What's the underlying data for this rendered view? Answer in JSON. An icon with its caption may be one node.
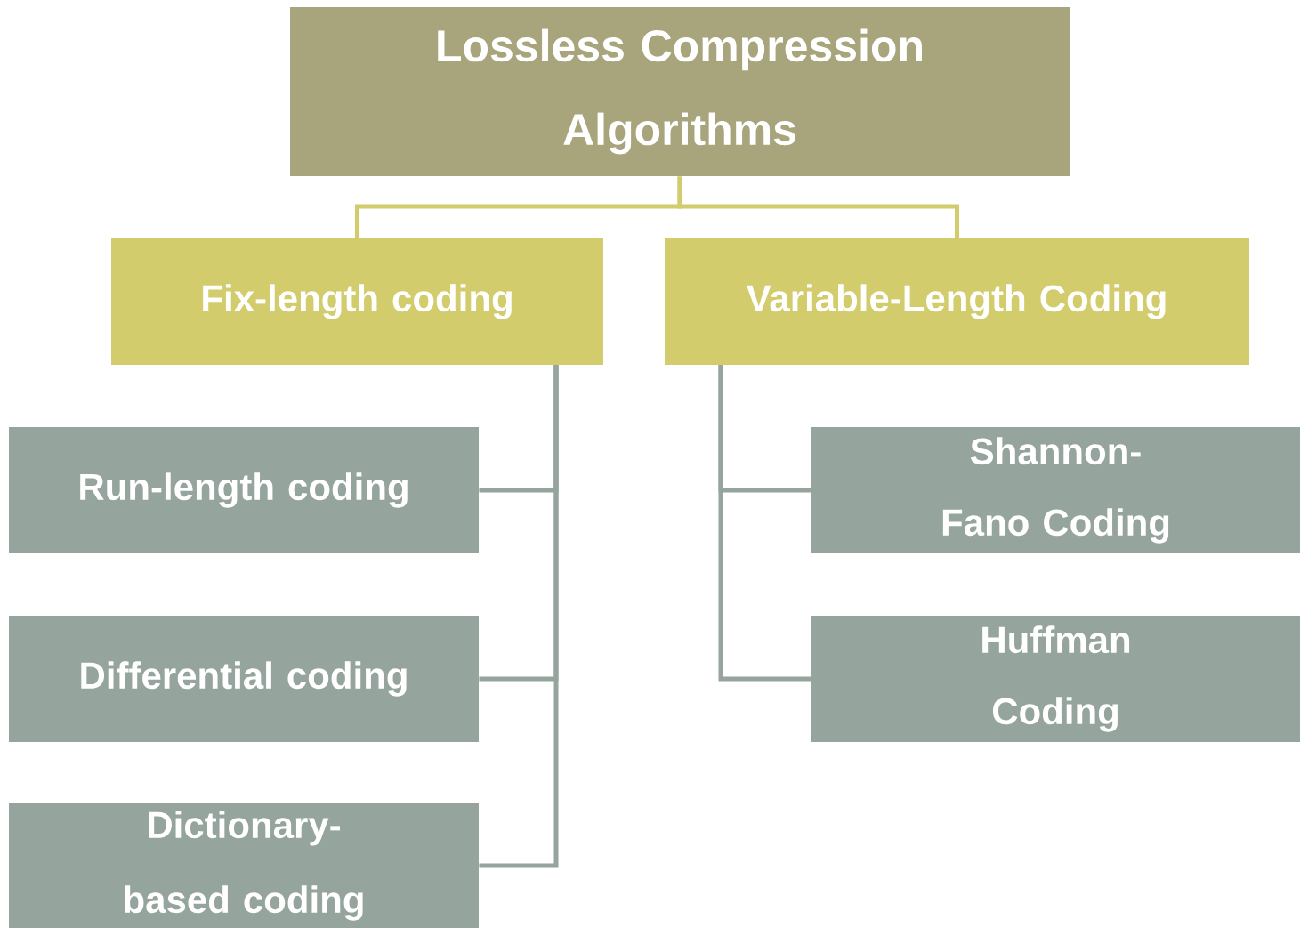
{
  "diagram": {
    "nodes": [
      {
        "text": [
          "Lossless Compression Algorithms"
        ]
      },
      {
        "text": [
          "Fix-length coding"
        ]
      },
      {
        "text": [
          "Variable-Length Coding"
        ]
      },
      {
        "text": [
          "Run-length coding"
        ]
      },
      {
        "text": [
          "Differential coding"
        ]
      },
      {
        "text": [
          "Dictionary-based coding"
        ]
      },
      {
        "text": [
          "Shannon-Fano Coding"
        ]
      },
      {
        "text": [
          "Huffman Coding"
        ]
      }
    ],
    "edges": [
      {
        "from": 0,
        "to": 1,
        "arrow": "none",
        "color": "#d2cc6c"
      },
      {
        "from": 0,
        "to": 2,
        "arrow": "none",
        "color": "#d2cc6c"
      },
      {
        "from": 1,
        "to": 3,
        "arrow": "none"
      },
      {
        "from": 1,
        "to": 4,
        "arrow": "none"
      },
      {
        "from": 1,
        "to": 5,
        "arrow": "none"
      },
      {
        "from": 2,
        "to": 6,
        "arrow": "none"
      },
      {
        "from": 2,
        "to": 7,
        "arrow": "none"
      }
    ]
  }
}
